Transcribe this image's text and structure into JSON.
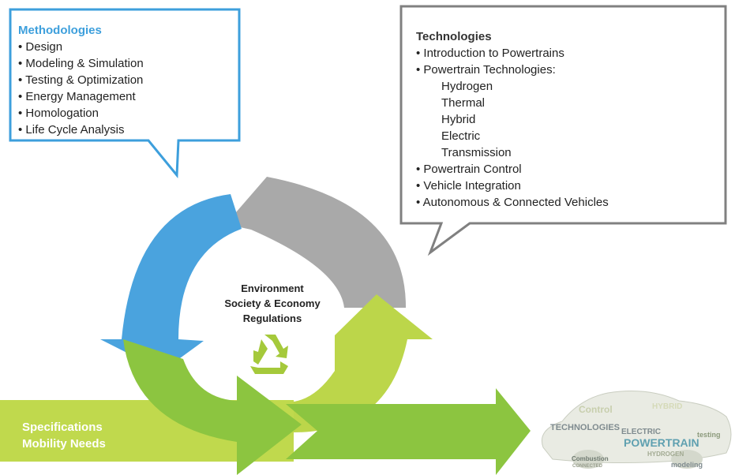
{
  "methodologies": {
    "title": "Methodologies",
    "items": [
      "• Design",
      "• Modeling & Simulation",
      "• Testing & Optimization",
      "• Energy Management",
      "• Homologation",
      "• Life Cycle Analysis"
    ]
  },
  "technologies": {
    "title": "Technologies",
    "items": [
      "• Introduction to Powertrains",
      "• Powertrain Technologies:",
      "Hydrogen",
      "Thermal",
      "Hybrid",
      "Electric",
      "Transmission",
      "• Powertrain Control",
      "• Vehicle Integration",
      "• Autonomous & Connected Vehicles"
    ]
  },
  "center": {
    "line1": "Environment",
    "line2": "Society & Economy",
    "line3": "Regulations"
  },
  "bottom": {
    "line1": "Specifications",
    "line2": "Mobility Needs"
  },
  "word_cloud": {
    "words": [
      "Control",
      "HYBRID",
      "TECHNOLOGIES",
      "ELECTRIC",
      "POWERTRAIN",
      "testing",
      "HYDROGEN",
      "Combustion",
      "modeling",
      "CONNECTED"
    ]
  },
  "colors": {
    "methodologies_accent": "#3d9fdc",
    "technologies_border": "#808080",
    "arrow_blue": "#4aa3de",
    "arrow_gray": "#a9a9a9",
    "arrow_light_green": "#bcd64a",
    "arrow_green": "#8cc540",
    "recycle_green": "#a5c93b"
  }
}
